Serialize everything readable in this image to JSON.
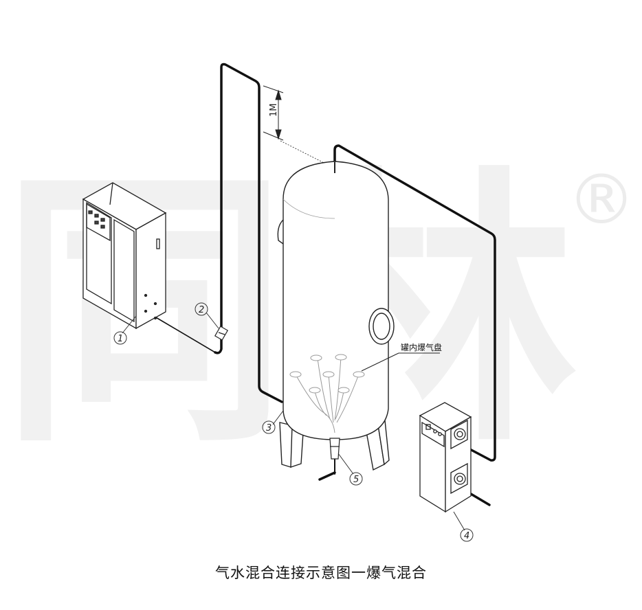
{
  "caption": "气水混合连接示意图一爆气混合",
  "watermark": {
    "text": "同林",
    "registered_symbol": "®",
    "color": "#f1f1f1"
  },
  "dimension_label": "1M",
  "tank_label": "罐内爆气盘",
  "callouts": [
    {
      "id": "unit-1",
      "number": "1"
    },
    {
      "id": "flowmeter-2",
      "number": "2"
    },
    {
      "id": "tank-3",
      "number": "3"
    },
    {
      "id": "cabinet-4",
      "number": "4"
    },
    {
      "id": "valve-5",
      "number": "5"
    }
  ],
  "colors": {
    "line": "#1a1a1a",
    "pipe": "#111111",
    "light": "#bbbbbb"
  }
}
